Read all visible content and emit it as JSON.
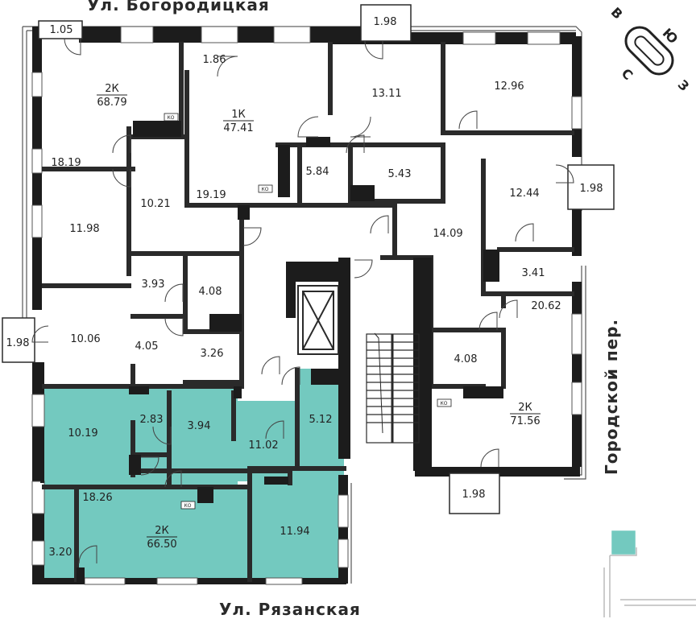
{
  "streets": {
    "top": "Ул. Богородицкая",
    "bottom": "Ул. Рязанская",
    "right": "Городской пер."
  },
  "compass": {
    "n": "С",
    "s": "Ю",
    "w": "З",
    "e": "В"
  },
  "colors": {
    "highlight": "#73c9bf",
    "wall": "#1c1c1c",
    "partition": "#2a2a2a"
  },
  "apartments": [
    {
      "type": "2К",
      "area": "68.79"
    },
    {
      "type": "1К",
      "area": "47.41"
    },
    {
      "type": "2К",
      "area": "71.56"
    },
    {
      "type": "2К",
      "area": "66.50"
    }
  ],
  "rooms": [
    "1.05",
    "1.98",
    "1.86",
    "13.11",
    "12.96",
    "18.19",
    "19.19",
    "5.84",
    "5.43",
    "12.44",
    "1.98",
    "10.21",
    "11.98",
    "14.09",
    "3.93",
    "4.08",
    "3.41",
    "20.62",
    "1.98",
    "10.06",
    "4.05",
    "3.26",
    "4.08",
    "10.19",
    "2.83",
    "3.94",
    "11.02",
    "5.12",
    "18.26",
    "11.94",
    "3.20",
    "1.98"
  ],
  "ko_label": "КО"
}
